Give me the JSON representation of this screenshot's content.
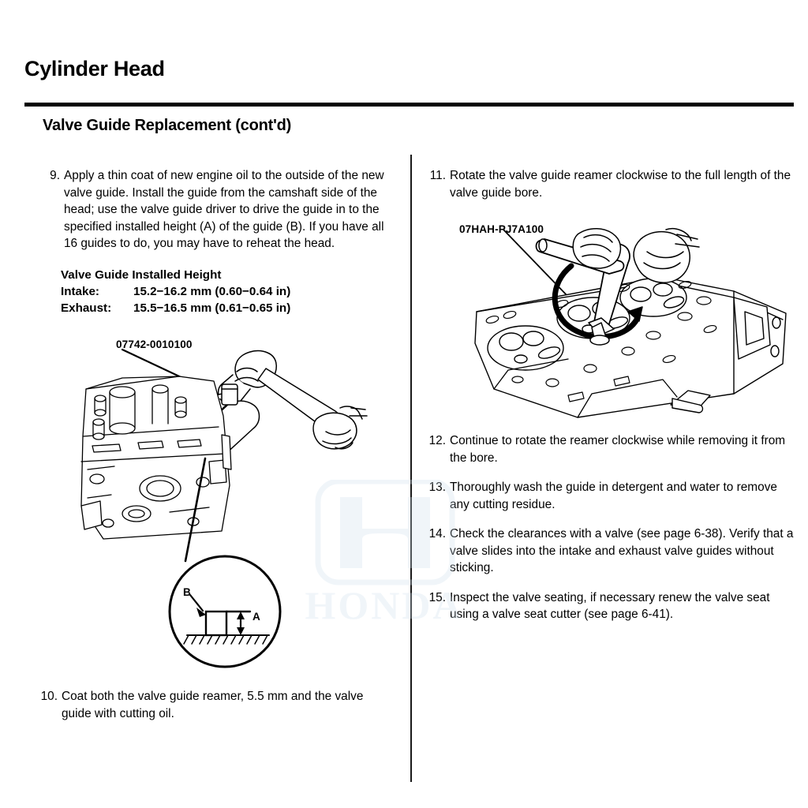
{
  "page": {
    "title": "Cylinder Head",
    "section_title": "Valve Guide Replacement (cont'd)",
    "watermark_text": "HONDA",
    "watermark_color": "#cfe0ee"
  },
  "left_column": {
    "steps": [
      {
        "number": "9.",
        "text": "Apply a thin coat of new engine oil to the outside of the new valve guide. Install the guide from the camshaft side of the head; use the valve guide driver to drive the guide in to the specified installed height (A) of the guide (B). If you have all 16 guides to do, you may have to reheat the head."
      }
    ],
    "spec": {
      "heading": "Valve Guide Installed Height",
      "rows": [
        {
          "label": "Intake:",
          "value": "15.2−16.2 mm (0.60−0.64 in)"
        },
        {
          "label": "Exhaust:",
          "value": "15.5−16.5 mm (0.61−0.65 in)"
        }
      ]
    },
    "tool_number": "07742-0010100",
    "detail_labels": {
      "b": "B",
      "a": "A"
    },
    "bottom_step": {
      "number": "10.",
      "text": "Coat both the valve guide reamer, 5.5 mm and the valve guide with cutting oil."
    }
  },
  "right_column": {
    "steps": [
      {
        "number": "11.",
        "text": "Rotate the valve guide reamer clockwise to the full length of the valve guide bore."
      },
      {
        "number": "12.",
        "text": "Continue to rotate the reamer clockwise while removing it from the bore."
      },
      {
        "number": "13.",
        "text": "Thoroughly wash the guide in detergent and water to remove any cutting residue."
      },
      {
        "number": "14.",
        "text": "Check the clearances with a valve (see page 6-38). Verify that a valve slides into the intake and exhaust valve guides without sticking."
      },
      {
        "number": "15.",
        "text": "Inspect the valve seating, if necessary renew the valve seat using a valve seat cutter (see page 6-41)."
      }
    ],
    "tool_number": "07HAH-PJ7A100"
  }
}
